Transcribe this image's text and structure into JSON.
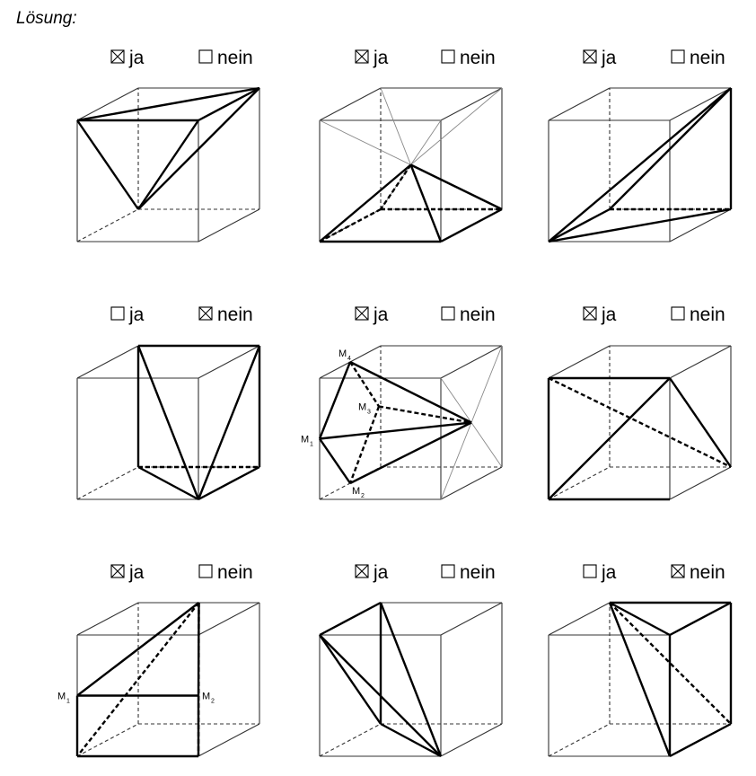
{
  "heading": "Lösung:",
  "options": {
    "yes": "ja",
    "no": "nein"
  },
  "figures": [
    {
      "answer": "ja",
      "labels": []
    },
    {
      "answer": "ja",
      "labels": []
    },
    {
      "answer": "ja",
      "labels": []
    },
    {
      "answer": "nein",
      "labels": []
    },
    {
      "answer": "ja",
      "labels": [
        {
          "letter": "M",
          "sub": "4"
        },
        {
          "letter": "M",
          "sub": "3"
        },
        {
          "letter": "M",
          "sub": "1"
        },
        {
          "letter": "M",
          "sub": "2"
        }
      ]
    },
    {
      "answer": "ja",
      "labels": []
    },
    {
      "answer": "ja",
      "labels": [
        {
          "letter": "M",
          "sub": "1"
        },
        {
          "letter": "M",
          "sub": "2"
        }
      ]
    },
    {
      "answer": "ja",
      "labels": []
    },
    {
      "answer": "nein",
      "labels": []
    }
  ]
}
